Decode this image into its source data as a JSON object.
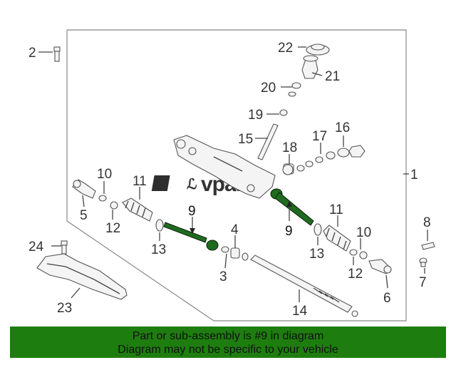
{
  "diagram": {
    "callouts": [
      {
        "id": "c-2",
        "text": "2"
      },
      {
        "id": "c-22",
        "text": "22"
      },
      {
        "id": "c-21",
        "text": "21"
      },
      {
        "id": "c-20",
        "text": "20"
      },
      {
        "id": "c-19",
        "text": "19"
      },
      {
        "id": "c-15",
        "text": "15"
      },
      {
        "id": "c-18",
        "text": "18"
      },
      {
        "id": "c-17",
        "text": "17"
      },
      {
        "id": "c-16",
        "text": "16"
      },
      {
        "id": "c-1",
        "text": "1"
      },
      {
        "id": "c-10a",
        "text": "10"
      },
      {
        "id": "c-11a",
        "text": "11"
      },
      {
        "id": "c-5",
        "text": "5"
      },
      {
        "id": "c-12a",
        "text": "12"
      },
      {
        "id": "c-13a",
        "text": "13"
      },
      {
        "id": "c-9a",
        "text": "9"
      },
      {
        "id": "c-4",
        "text": "4"
      },
      {
        "id": "c-3",
        "text": "3"
      },
      {
        "id": "c-9b",
        "text": "9"
      },
      {
        "id": "c-11b",
        "text": "11"
      },
      {
        "id": "c-10b",
        "text": "10"
      },
      {
        "id": "c-13b",
        "text": "13"
      },
      {
        "id": "c-12b",
        "text": "12"
      },
      {
        "id": "c-8",
        "text": "8"
      },
      {
        "id": "c-7",
        "text": "7"
      },
      {
        "id": "c-6",
        "text": "6"
      },
      {
        "id": "c-24",
        "text": "24"
      },
      {
        "id": "c-23",
        "text": "23"
      },
      {
        "id": "c-14",
        "text": "14"
      }
    ],
    "highlight_part": "9",
    "highlight_color": "#1f6b1f",
    "watermark": {
      "text": "vparts"
    }
  },
  "banner": {
    "line1": "Part or sub-assembly is #9 in diagram",
    "line2": "Diagram may not be specific to your vehicle",
    "background_color": "#1e7d0f"
  }
}
